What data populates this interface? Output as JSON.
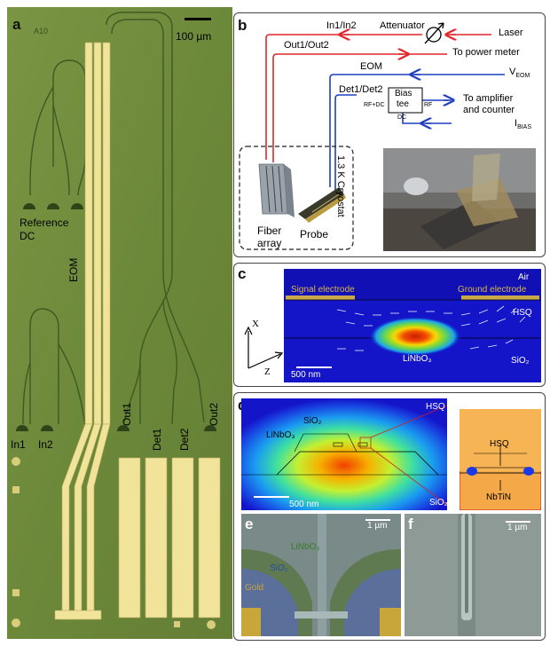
{
  "panels": {
    "a": {
      "letter": "a",
      "chip_id": "A10",
      "scale_bar": "100 µm",
      "labels": {
        "reference": "Reference",
        "dc": "DC",
        "eom": "EOM",
        "in1": "In1",
        "in2": "In2",
        "out1": "Out1",
        "out2": "Out2",
        "det1": "Det1",
        "det2": "Det2"
      }
    },
    "b": {
      "letter": "b",
      "in_label": "In1/In2",
      "out_label": "Out1/Out2",
      "attenuator": "Attenuator",
      "laser": "Laser",
      "power_meter": "To power meter",
      "eom": "EOM",
      "v_eom_main": "V",
      "v_eom_sub": "EOM",
      "det_label": "Det1/Det2",
      "bias_tee_1": "Bias",
      "bias_tee_2": "tee",
      "rf_dc": "RF+DC",
      "rf": "RF",
      "dc": "DC",
      "amp_1": "To amplifier",
      "amp_2": "and counter",
      "i_bias_main": "I",
      "i_bias_sub": "BIAS",
      "cryostat": "1.3 K Cryostat",
      "fiber_1": "Fiber",
      "fiber_2": "array",
      "probe": "Probe"
    },
    "c": {
      "letter": "c",
      "air": "Air",
      "signal": "Signal electrode",
      "ground": "Ground electrode",
      "hsq": "HSQ",
      "linbo3": "LiNbO₃",
      "sio2": "SiO₂",
      "scale": "500 nm",
      "axis_x": "X",
      "axis_z": "Z"
    },
    "d": {
      "letter": "d",
      "hsq": "HSQ",
      "sio2_top": "SiO₂",
      "linbo3": "LiNbO₃",
      "scale": "500 nm",
      "sio2_bottom": "SiO₂",
      "inset_hsq": "HSQ",
      "inset_nbtin": "NbTiN"
    },
    "e": {
      "letter": "e",
      "scale": "1 µm",
      "linbo3": "LiNbO₃",
      "sio2": "SiO₂",
      "gold": "Gold"
    },
    "f": {
      "letter": "f",
      "scale": "1 µm"
    }
  },
  "colors": {
    "optical_line": "#e0262a",
    "electrical_line": "#1f3fbf",
    "chip_background": "#6e8a3c",
    "gold_electrode": "#f1e49a",
    "field_background": "#1414c8"
  }
}
